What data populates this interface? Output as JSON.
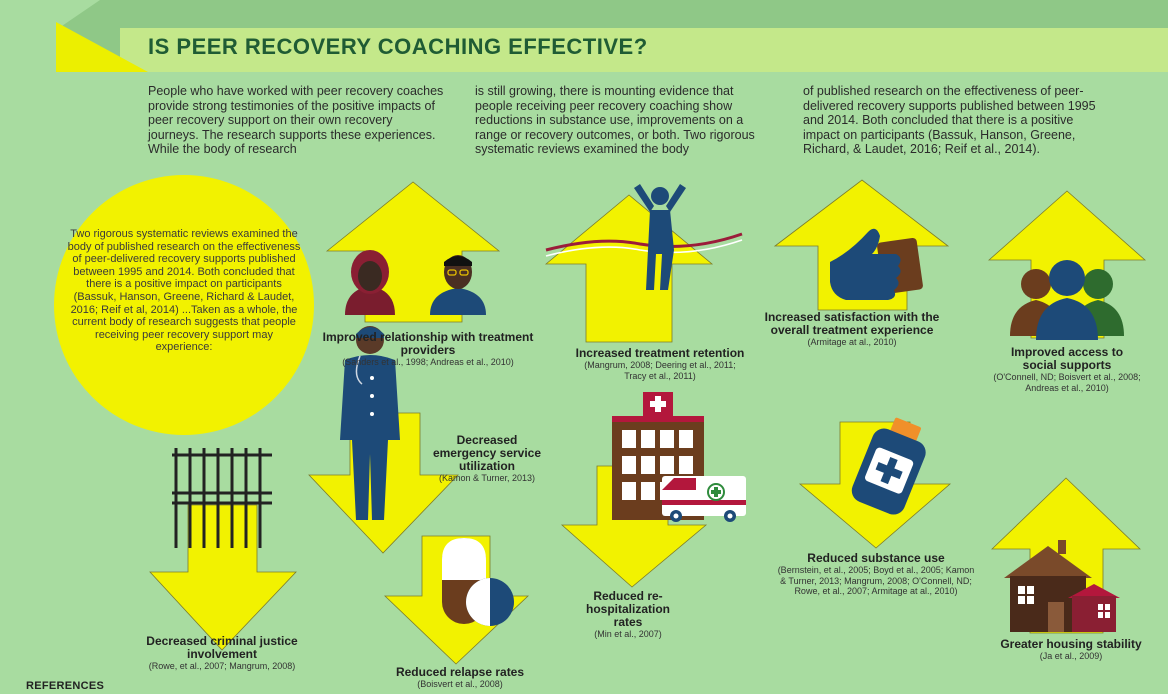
{
  "title": "IS PEER RECOVERY COACHING EFFECTIVE?",
  "intro": [
    "People who have worked with peer recovery coaches provide strong testimonies of the positive impacts of peer recovery support on their own recovery journeys. The research supports these experiences. While the body of research",
    "is still growing, there is mounting evidence that people receiving peer recovery coaching show reductions in substance use, improvements on a range or recovery outcomes, or both. Two rigorous systematic reviews examined the body",
    "of published research on the effectiveness of peer-delivered recovery supports published between 1995 and 2014. Both concluded that there is a positive impact on participants (Bassuk, Hanson, Greene, Richard, & Laudet, 2016; Reif et al., 2014)."
  ],
  "circle_text": "Two rigorous systematic reviews examined the body of published research on the effectiveness of peer-delivered recovery supports published between 1995 and 2014. Both concluded that there is a positive impact on participants (Bassuk, Hanson, Greene, Richard & Laudet, 2016; Reif et al, 2014) ...Taken as a whole, the current body of research suggests that people receiving peer recovery support may experience:",
  "outcomes": {
    "relationship": {
      "heading": "Improved relationship with treatment providers",
      "citation": "(Sanders et al., 1998; Andreas et al., 2010)"
    },
    "retention": {
      "heading": "Increased treatment retention",
      "citation": "(Mangrum, 2008; Deering et al., 2011; Tracy et al., 2011)"
    },
    "satisfaction": {
      "heading": "Increased satisfaction with the overall treatment experience",
      "citation": "(Armitage at al., 2010)"
    },
    "social": {
      "heading": "Improved access to social supports",
      "citation": "(O'Connell, ND; Boisvert et al., 2008; Andreas et al., 2010)"
    },
    "emergency": {
      "heading": "Decreased emergency service utilization",
      "citation": "(Kamon & Turner, 2013)"
    },
    "criminal": {
      "heading": "Decreased criminal justice involvement",
      "citation": "(Rowe, et al., 2007; Mangrum, 2008)"
    },
    "relapse": {
      "heading": "Reduced relapse rates",
      "citation": "(Boisvert et al., 2008)"
    },
    "rehospitalization": {
      "heading": "Reduced re-hospitalization rates",
      "citation": "(Min et al., 2007)"
    },
    "substance": {
      "heading": "Reduced substance use",
      "citation": "(Bernstein, et al., 2005; Boyd et al., 2005; Kamon & Turner, 2013; Mangrum, 2008; O'Connell, ND; Rowe, et al., 2007; Armitage at al., 2010)"
    },
    "housing": {
      "heading": "Greater housing stability",
      "citation": "(Ja et al., 2009)"
    }
  },
  "references_label": "REFERENCES",
  "colors": {
    "background": "#a8dca0",
    "arrow": "#f2f200",
    "title": "#1f5c34",
    "navy": "#1d4a78",
    "brown": "#6b3d1e"
  }
}
